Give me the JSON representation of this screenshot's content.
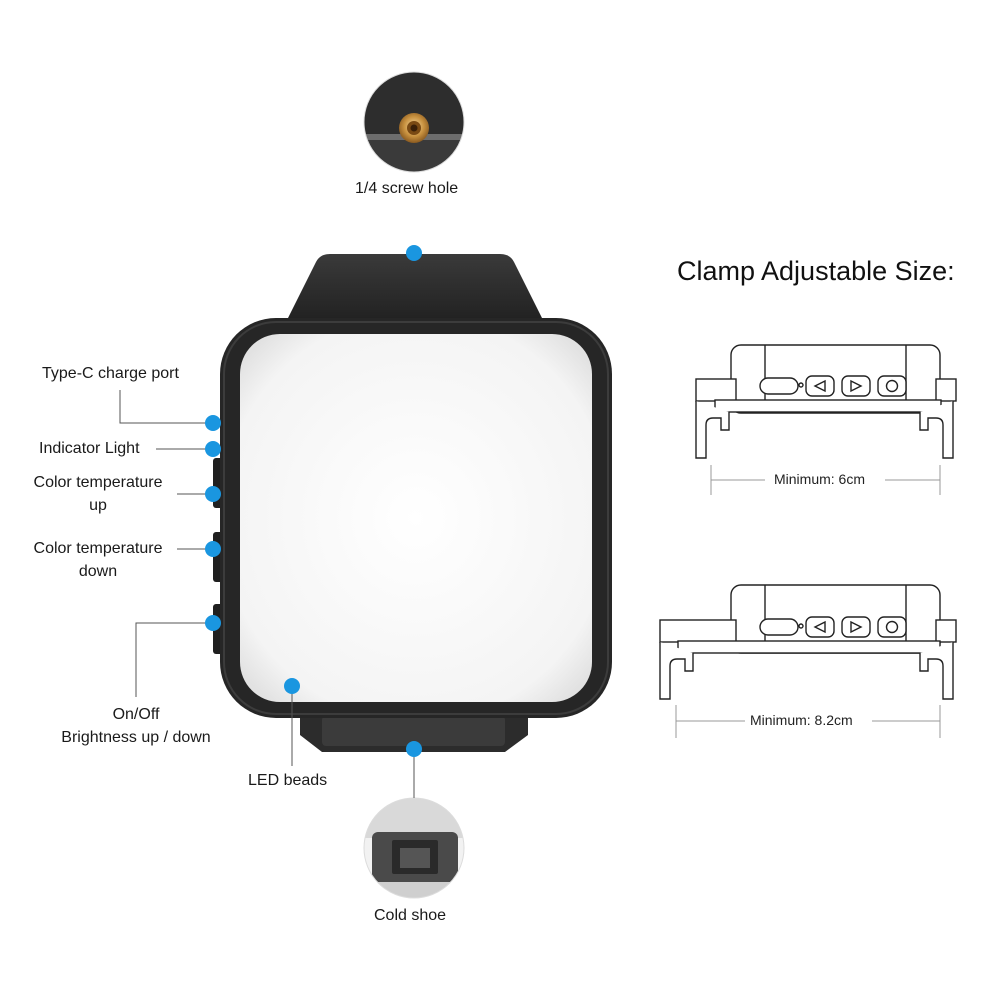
{
  "title": "Clamp Adjustable Size:",
  "callouts": {
    "screw_hole": "1/4 screw hole",
    "type_c": "Type-C charge port",
    "indicator": "Indicator Light",
    "ct_up_1": "Color temperature",
    "ct_up_2": "up",
    "ct_down_1": "Color temperature",
    "ct_down_2": "down",
    "onoff_1": "On/Off",
    "onoff_2": "Brightness up / down",
    "led": "LED beads",
    "cold_shoe": "Cold shoe"
  },
  "dimensions": {
    "min_small": "Minimum: 6cm",
    "min_large": "Minimum: 8.2cm"
  },
  "colors": {
    "callout_dot": "#1a96e0",
    "device_body": "#262626",
    "led_panel": "#f7f7f7"
  }
}
